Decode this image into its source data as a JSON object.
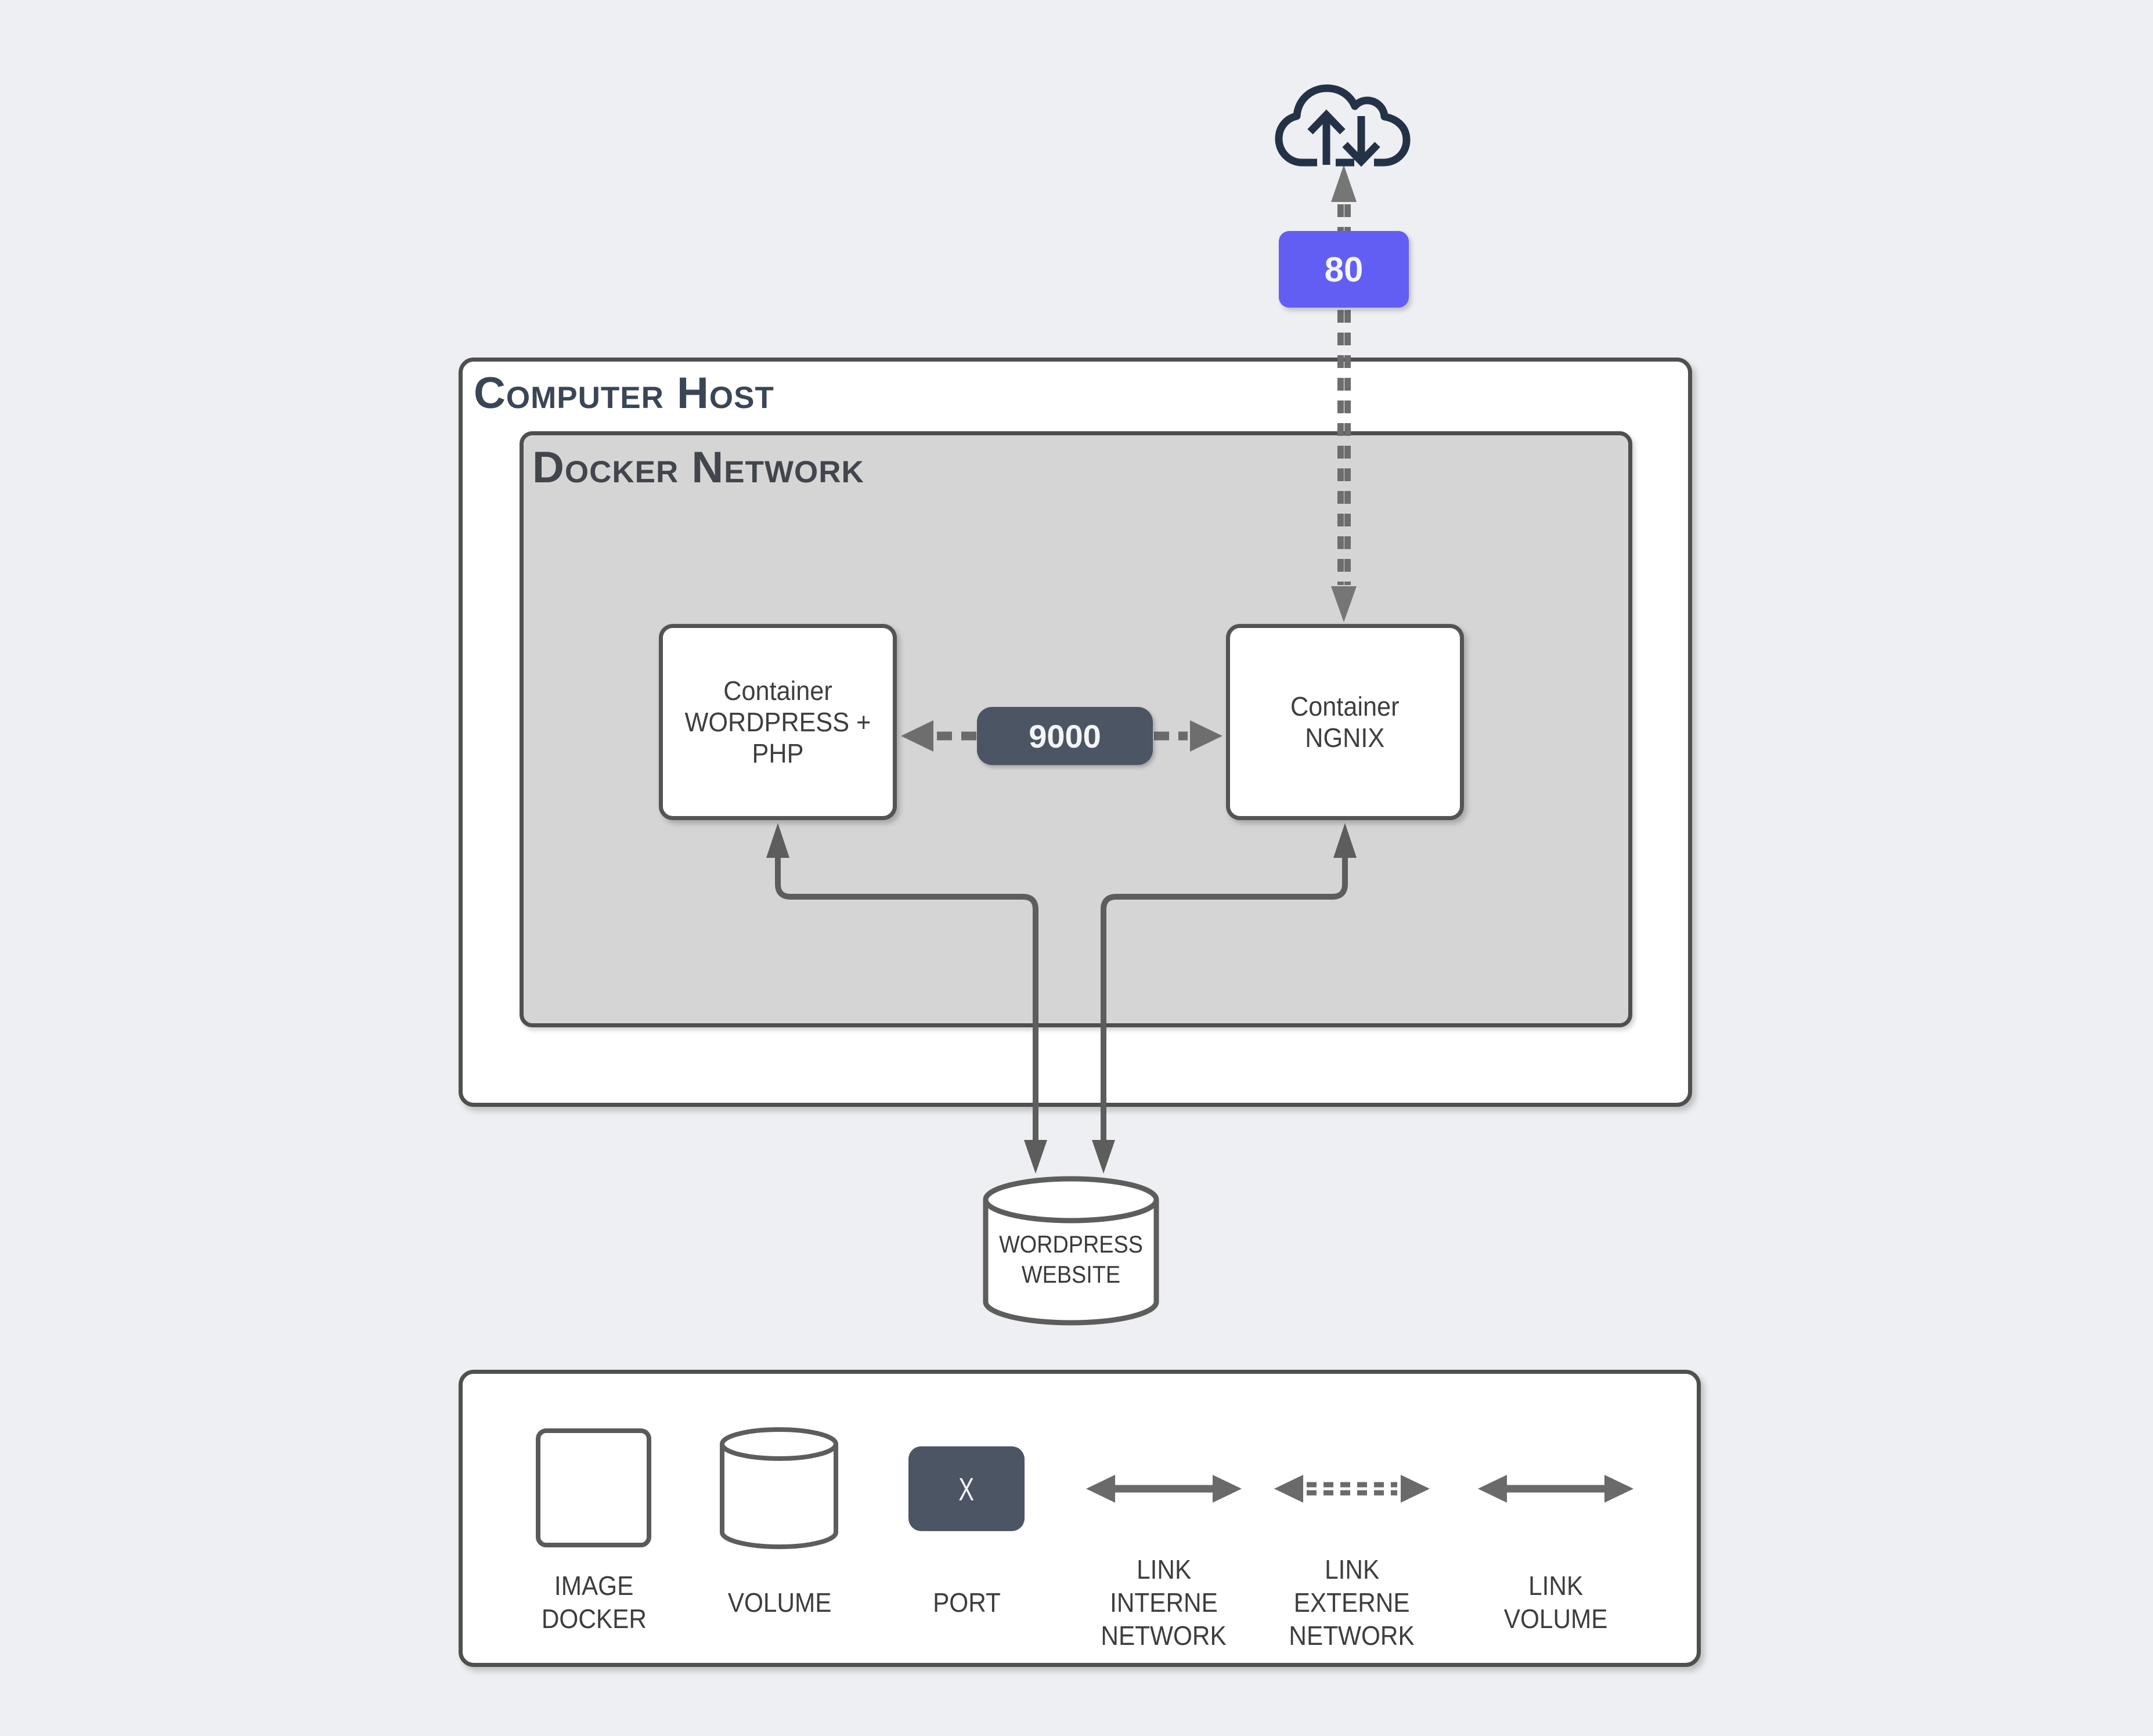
{
  "diagram": {
    "cloud": {
      "icon": "cloud-upload-download-icon",
      "color": "#243248"
    },
    "external_port": {
      "label": "80",
      "color": "#635ef3"
    },
    "host": {
      "title": "Computer Host"
    },
    "network": {
      "title": "Docker Network"
    },
    "containers": [
      {
        "lines": [
          "Container",
          "WORDPRESS + PHP"
        ]
      },
      {
        "lines": [
          "Container",
          "NGNIX"
        ]
      }
    ],
    "internal_port": {
      "label": "9000",
      "color": "#4c5564"
    },
    "volume_database": {
      "lines": [
        "WORDPRESS",
        "WEBSITE"
      ]
    }
  },
  "legend": {
    "items": [
      {
        "symbol": "image-docker-symbol",
        "lines": [
          "IMAGE",
          "DOCKER"
        ]
      },
      {
        "symbol": "volume-symbol",
        "lines": [
          "VOLUME"
        ]
      },
      {
        "symbol": "port-symbol",
        "badge_label": "X",
        "lines": [
          "PORT"
        ]
      },
      {
        "symbol": "link-interne-symbol",
        "lines": [
          "LINK",
          "INTERNE",
          "NETWORK"
        ]
      },
      {
        "symbol": "link-externe-symbol",
        "lines": [
          "LINK",
          "EXTERNE",
          "NETWORK"
        ]
      },
      {
        "symbol": "link-volume-symbol",
        "lines": [
          "LINK",
          "VOLUME"
        ]
      }
    ]
  },
  "colors": {
    "background": "#edeff2",
    "box_border": "#4f4f4f",
    "docker_network_fill": "#d5d5d6",
    "external_port_badge": "#635ef3",
    "internal_port_badge": "#4c5564",
    "solid_link": "#5d5d5d",
    "dashed_link": "#6d6d6d",
    "cloud_stroke": "#243248",
    "title_host": "#3a4656",
    "title_network": "#42464c",
    "text_dark": "#3e3e3e"
  }
}
